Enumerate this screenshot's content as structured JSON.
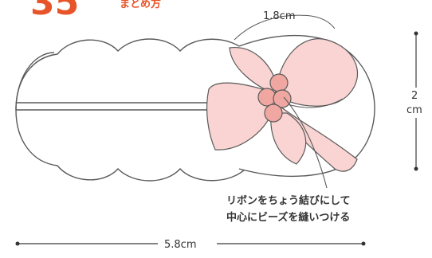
{
  "header": {
    "number": "35",
    "subtitle": "まとめ方"
  },
  "dimensions": {
    "bow_width": "1.8cm",
    "height_value": "2",
    "height_unit": "cm",
    "length": "5.8cm"
  },
  "annotation": {
    "line1": "リボンをちょう結びにして",
    "line2": "中心にビーズを縫いつける"
  },
  "colors": {
    "accent": "#e8542a",
    "ribbon_fill": "#f9d4d2",
    "bead_fill": "#f0a7a2",
    "line": "#5a5a5a"
  }
}
